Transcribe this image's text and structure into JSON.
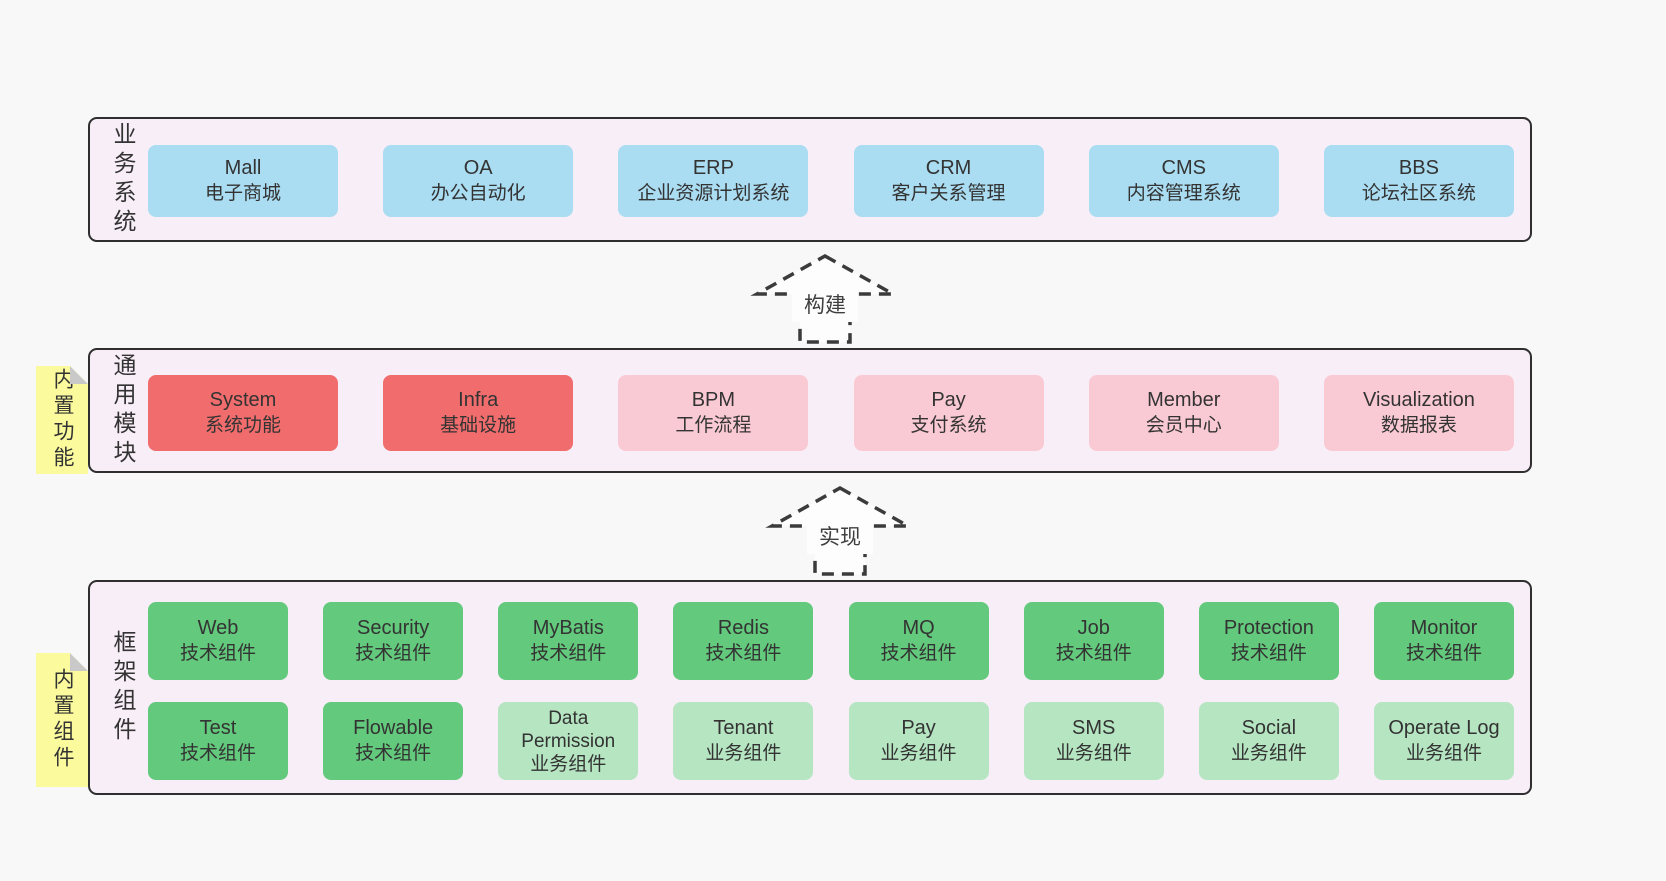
{
  "colors": {
    "page_bg": "#f8f8f8",
    "panel_bg": "#f8eef7",
    "panel_border": "#2f2f2f",
    "blue": "#aadcf2",
    "red": "#f16c6c",
    "pink": "#facad4",
    "green_dark": "#63c97c",
    "green_light": "#b6e5c2",
    "note_yellow": "#fbfb9e",
    "note_fold": "#c9c9c9",
    "text": "#333333"
  },
  "sections": {
    "business": {
      "label": "业务系统",
      "boxes": [
        {
          "en": "Mall",
          "zh": "电子商城"
        },
        {
          "en": "OA",
          "zh": "办公自动化"
        },
        {
          "en": "ERP",
          "zh": "企业资源计划系统"
        },
        {
          "en": "CRM",
          "zh": "客户关系管理"
        },
        {
          "en": "CMS",
          "zh": "内容管理系统"
        },
        {
          "en": "BBS",
          "zh": "论坛社区系统"
        }
      ]
    },
    "modules": {
      "label": "通用模块",
      "note": "内置功能",
      "boxes": [
        {
          "en": "System",
          "zh": "系统功能",
          "variant": "red"
        },
        {
          "en": "Infra",
          "zh": "基础设施",
          "variant": "red"
        },
        {
          "en": "BPM",
          "zh": "工作流程",
          "variant": "pink"
        },
        {
          "en": "Pay",
          "zh": "支付系统",
          "variant": "pink"
        },
        {
          "en": "Member",
          "zh": "会员中心",
          "variant": "pink"
        },
        {
          "en": "Visualization",
          "zh": "数据报表",
          "variant": "pink"
        }
      ]
    },
    "framework": {
      "label": "框架组件",
      "note": "内置组件",
      "row1": [
        {
          "en": "Web",
          "zh": "技术组件",
          "variant": "green-dark"
        },
        {
          "en": "Security",
          "zh": "技术组件",
          "variant": "green-dark"
        },
        {
          "en": "MyBatis",
          "zh": "技术组件",
          "variant": "green-dark"
        },
        {
          "en": "Redis",
          "zh": "技术组件",
          "variant": "green-dark"
        },
        {
          "en": "MQ",
          "zh": "技术组件",
          "variant": "green-dark"
        },
        {
          "en": "Job",
          "zh": "技术组件",
          "variant": "green-dark"
        },
        {
          "en": "Protection",
          "zh": "技术组件",
          "variant": "green-dark"
        },
        {
          "en": "Monitor",
          "zh": "技术组件",
          "variant": "green-dark"
        }
      ],
      "row2": [
        {
          "en": "Test",
          "zh": "技术组件",
          "variant": "green-dark"
        },
        {
          "en": "Flowable",
          "zh": "技术组件",
          "variant": "green-dark"
        },
        {
          "en": "Data Permission",
          "zh": "业务组件",
          "variant": "green-light"
        },
        {
          "en": "Tenant",
          "zh": "业务组件",
          "variant": "green-light"
        },
        {
          "en": "Pay",
          "zh": "业务组件",
          "variant": "green-light"
        },
        {
          "en": "SMS",
          "zh": "业务组件",
          "variant": "green-light"
        },
        {
          "en": "Social",
          "zh": "业务组件",
          "variant": "green-light"
        },
        {
          "en": "Operate Log",
          "zh": "业务组件",
          "variant": "green-light"
        }
      ]
    }
  },
  "arrows": {
    "build": {
      "label": "构建"
    },
    "implement": {
      "label": "实现"
    }
  }
}
